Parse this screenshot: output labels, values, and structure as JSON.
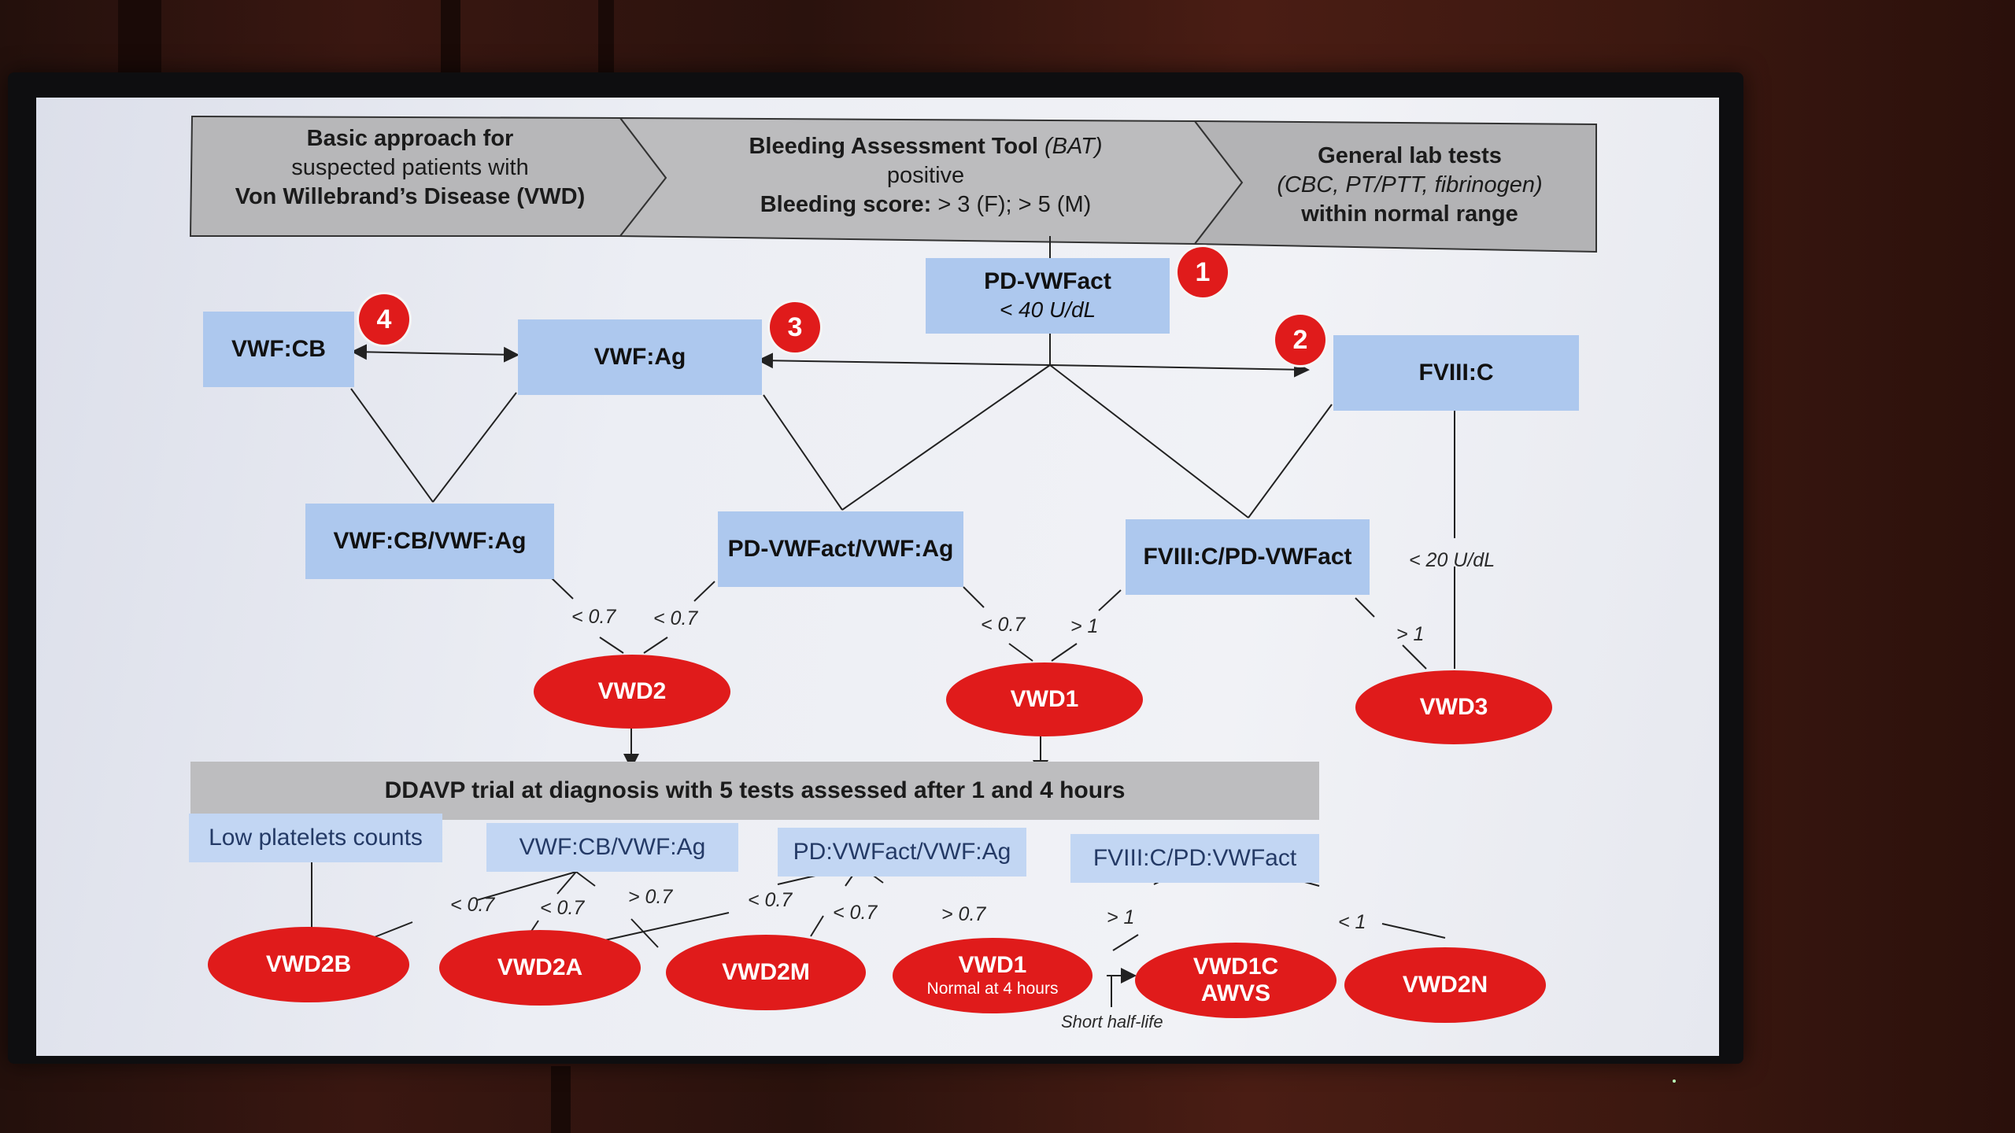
{
  "header": {
    "step1": {
      "line1": "Basic approach for",
      "line2": "suspected patients with",
      "line3": "Von Willebrand’s Disease (VWD)"
    },
    "step2": {
      "line1_bold": "Bleeding Assessment Tool",
      "line1_italic": "(BAT)",
      "line2": "positive",
      "line3_bold": "Bleeding score:",
      "line3_rest": "> 3 (F); > 5 (M)"
    },
    "step3": {
      "line1": "General lab tests",
      "line2": "(CBC, PT/PTT, fibrinogen)",
      "line3": "within normal range"
    }
  },
  "tests": {
    "pd_vwfact": {
      "label": "PD-VWFact",
      "sub": "< 40 U/dL"
    },
    "vwf_cb": "VWF:CB",
    "vwf_ag": "VWF:Ag",
    "fviii_c": "FVIII:C",
    "vwf_cb_ag": "VWF:CB/VWF:Ag",
    "pd_vwfact_ag": "PD-VWFact/VWF:Ag",
    "fviii_pd": "FVIII:C/PD-VWFact"
  },
  "badges": [
    "1",
    "2",
    "3",
    "4"
  ],
  "thresholds": {
    "t1": "< 0.7",
    "t2": "< 0.7",
    "t3": "< 0.7",
    "t4": "> 1",
    "t5": "< 20 U/dL",
    "t6": "> 1",
    "b1": "< 0.7",
    "b2": "< 0.7",
    "b3": "> 0.7",
    "b4": "< 0.7",
    "b5": "< 0.7",
    "b6": "> 0.7",
    "b7": "> 1",
    "b8": "< 1"
  },
  "diagnoses": {
    "vwd2": "VWD2",
    "vwd1": "VWD1",
    "vwd3": "VWD3",
    "vwd2b": "VWD2B",
    "vwd2a": "VWD2A",
    "vwd2m": "VWD2M",
    "vwd1_normal": {
      "label": "VWD1",
      "sub": "Normal at 4 hours"
    },
    "vwd1c": {
      "line1": "VWD1C",
      "line2": "AWVS"
    },
    "vwd2n": "VWD2N"
  },
  "ddavp": {
    "title": "DDAVP trial at diagnosis with 5 tests assessed after 1 and 4 hours",
    "tests": [
      "Low platelets counts",
      "VWF:CB/VWF:Ag",
      "PD:VWFact/VWF:Ag",
      "FVIII:C/PD:VWFact"
    ]
  },
  "note": "Short half-life",
  "colors": {
    "red": "#e01b1b",
    "box": "#adc8ee",
    "gray": "#bdbdbf"
  }
}
